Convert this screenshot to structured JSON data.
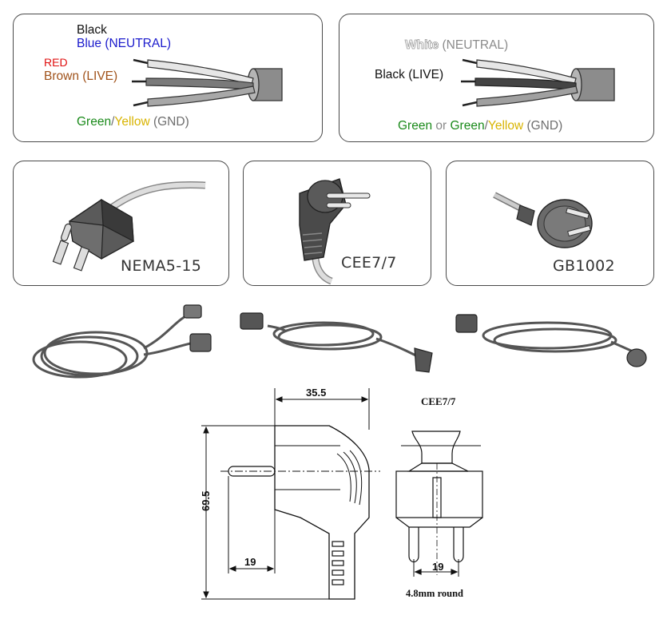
{
  "colors": {
    "black": "#111111",
    "blue": "#1a1acc",
    "red": "#e01010",
    "brown": "#a0521a",
    "green": "#1a8a1a",
    "yellow": "#d8b400",
    "gray": "#6e6e6e",
    "white_text": "#b8b8b8"
  },
  "wiring_left": {
    "black": "Black",
    "blue_neutral": "Blue (NEUTRAL)",
    "red": "RED",
    "brown_live": "Brown (LIVE)",
    "green": "Green",
    "slash": "/",
    "yellow": "Yellow",
    "gnd": " (GND)"
  },
  "wiring_right": {
    "white": "White",
    "neutral": " (NEUTRAL)",
    "black_live": "Black (LIVE)",
    "green": "Green",
    "or": " or ",
    "green2": "Green",
    "slash": "/",
    "yellow": "Yellow",
    "gnd": " (GND)"
  },
  "plugs": {
    "nema": "NEMA5-15",
    "cee": "CEE7/7",
    "gb": "GB1002"
  },
  "drawing": {
    "width_dim": "35.5",
    "height_dim": "69.5",
    "pin_dim_left": "19",
    "title_right": "CEE7/7",
    "pin_dim_right": "19",
    "pin_note": "4.8mm round"
  }
}
